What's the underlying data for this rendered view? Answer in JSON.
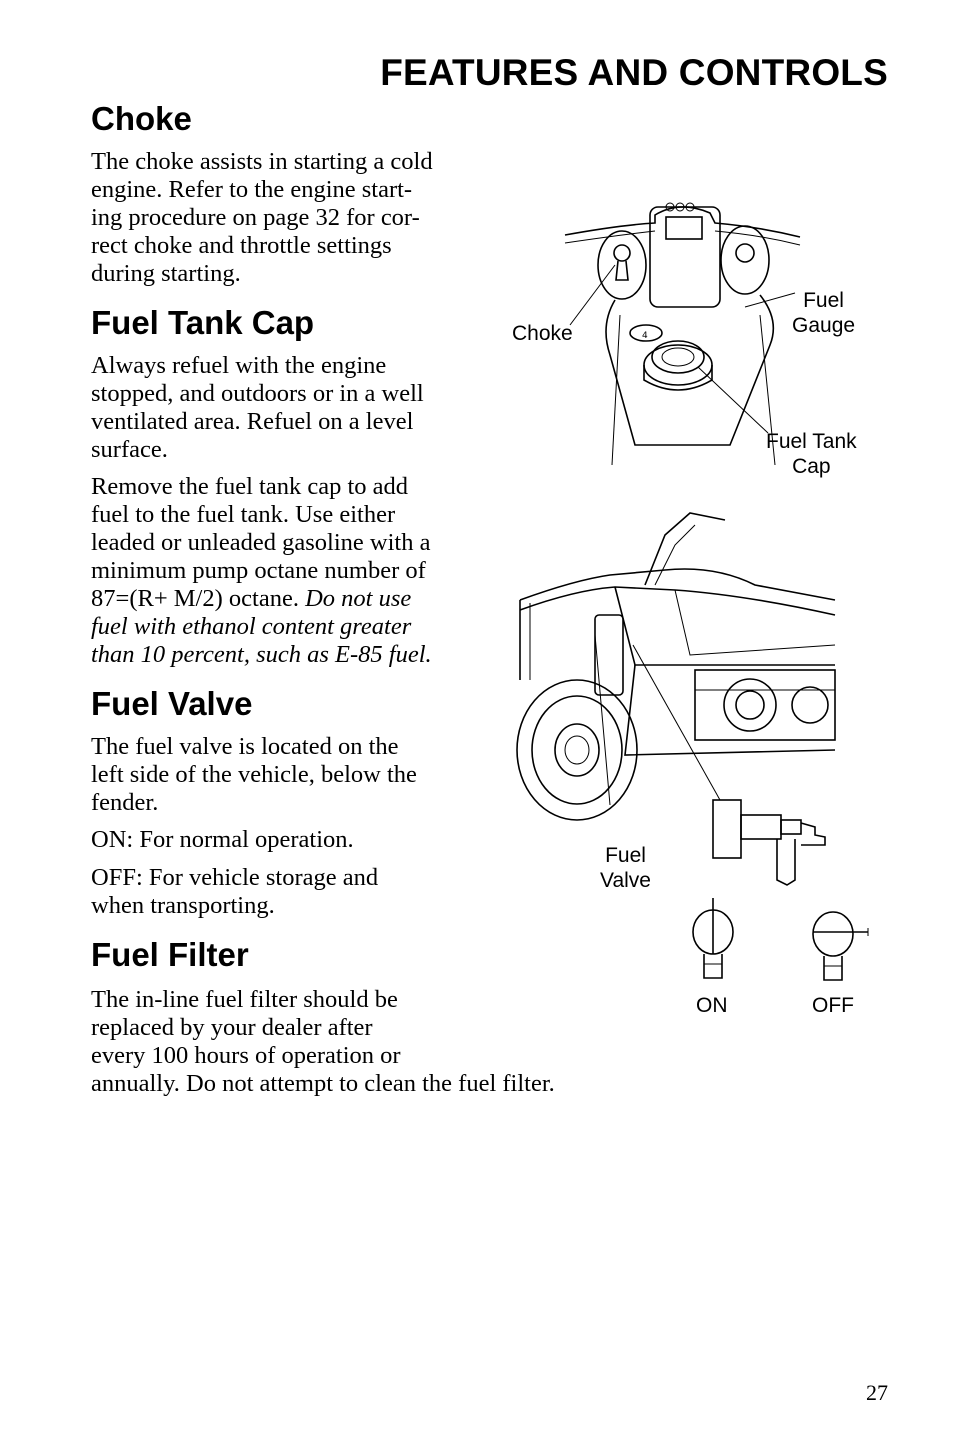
{
  "header": "FEATURES AND CONTROLS",
  "sections": {
    "choke": {
      "title": "Choke",
      "body": "The choke assists in starting a cold\nengine. Refer to the engine start-\ning procedure on page 32 for cor-\nrect choke and throttle settings\nduring starting."
    },
    "fuel_tank_cap": {
      "title": "Fuel Tank Cap",
      "p1": "Always refuel with the engine\nstopped, and outdoors or in a well\nventilated area. Refuel on a level\nsurface.",
      "p2": "Remove the fuel tank cap to add\nfuel to the fuel tank. Use either\nleaded or unleaded gasoline with a\nminimum pump octane number of\n87=(R+ M/2) octane. ",
      "p2_italic": "Do not use\nfuel with ethanol content greater\nthan 10 percent, such as E-85 fuel."
    },
    "fuel_valve": {
      "title": "Fuel Valve",
      "p1": "The fuel valve is located on the\nleft side of the vehicle, below the\nfender.",
      "p2": "ON: For normal operation.",
      "p3": "OFF: For vehicle storage and\nwhen transporting."
    },
    "fuel_filter": {
      "title": "Fuel Filter",
      "body": "The in-line fuel filter should be\nreplaced by your dealer after\nevery 100 hours of operation or\nannually. Do not attempt to clean the fuel filter."
    }
  },
  "figures": {
    "top": {
      "choke_label": "Choke",
      "fuel_gauge_label": "Fuel\nGauge",
      "fuel_tank_cap_label": "Fuel Tank\nCap"
    },
    "bottom": {
      "fuel_valve_label": "Fuel\nValve",
      "on_label": "ON",
      "off_label": "OFF"
    }
  },
  "page_number": "27"
}
